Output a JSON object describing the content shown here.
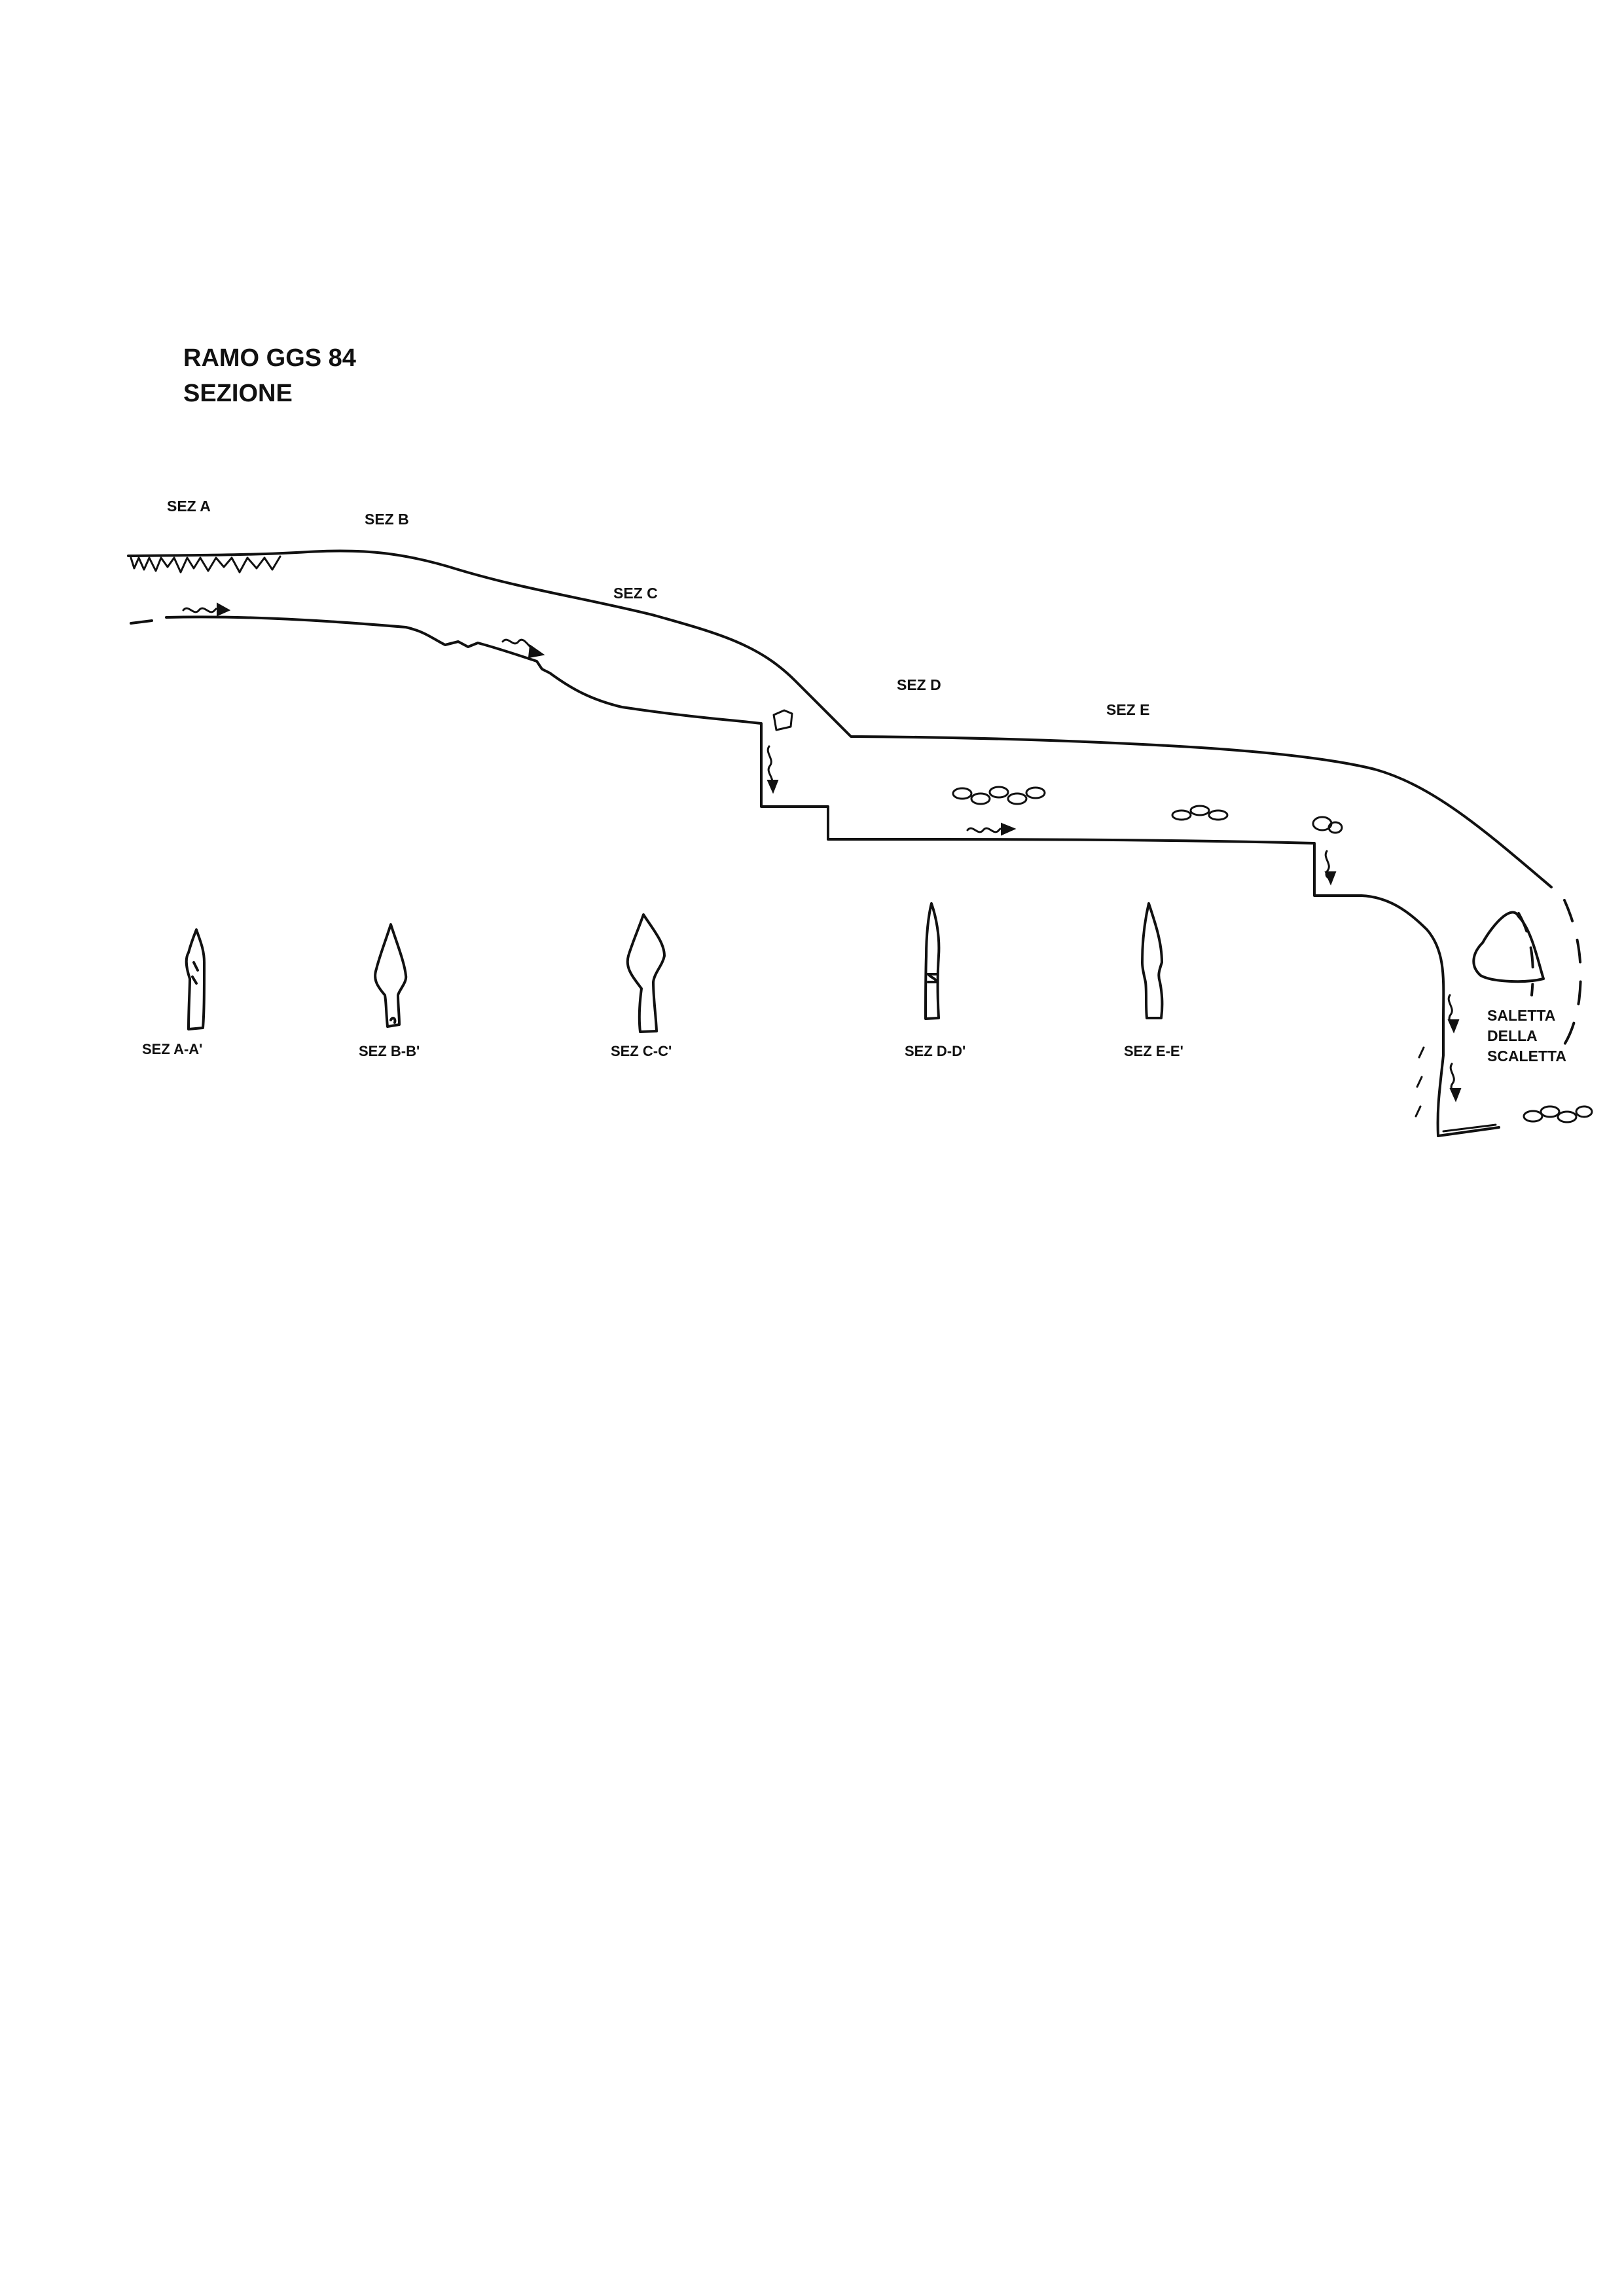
{
  "title": {
    "line1": "RAMO GGS 84",
    "line2": "SEZIONE"
  },
  "profile_labels": {
    "sez_a": "SEZ A",
    "sez_b": "SEZ B",
    "sez_c": "SEZ C",
    "sez_d": "SEZ D",
    "sez_e": "SEZ E"
  },
  "cross_sections": [
    {
      "label": "SEZ A-A'"
    },
    {
      "label": "SEZ B-B'"
    },
    {
      "label": "SEZ C-C'"
    },
    {
      "label": "SEZ D-D'"
    },
    {
      "label": "SEZ E-E'"
    }
  ],
  "room": {
    "line1": "SALETTA",
    "line2": "DELLA",
    "line3": "SCALETTA"
  },
  "symbols": {
    "water_flow": "water-flow-arrow-icon",
    "drip": "drip-arrow-icon",
    "boulders": "boulder-icon",
    "stalactites": "stalactite-icon"
  },
  "colors": {
    "ink": "#111111",
    "paper": "#ffffff"
  }
}
